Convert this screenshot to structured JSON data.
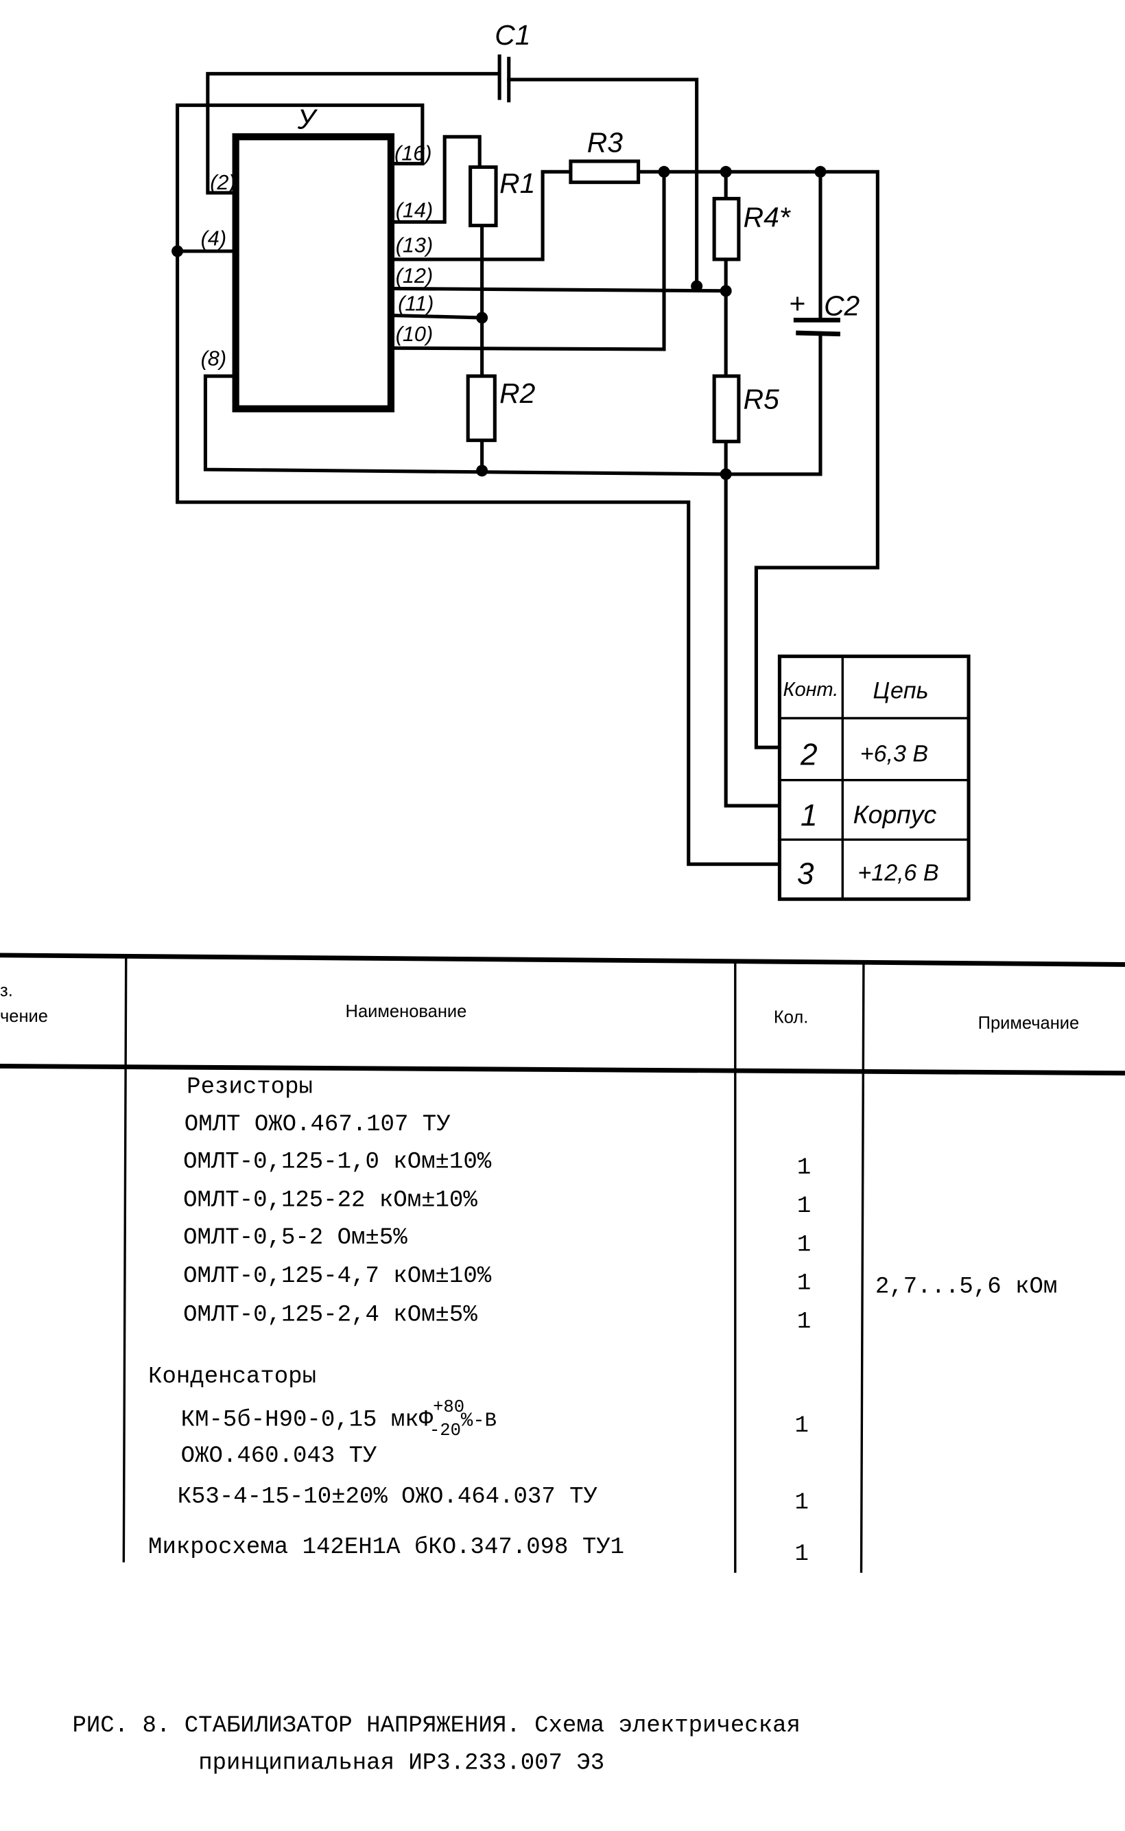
{
  "schematic": {
    "ic_label": "У",
    "pins": {
      "p2": "(2)",
      "p4": "(4)",
      "p8": "(8)",
      "p10": "(10)",
      "p11": "(11)",
      "p12": "(12)",
      "p13": "(13)",
      "p14": "(14)",
      "p16": "(16)"
    },
    "components": {
      "c1": "C1",
      "c2": "C2",
      "c2_polarity": "+",
      "r1": "R1",
      "r2": "R2",
      "r3": "R3",
      "r4": "R4*",
      "r5": "R5"
    }
  },
  "contact_table": {
    "headers": {
      "contact": "Конт.",
      "circuit": "Цепь"
    },
    "rows": [
      {
        "contact": "2",
        "circuit": "+6,3 В"
      },
      {
        "contact": "1",
        "circuit": "Корпус"
      },
      {
        "contact": "3",
        "circuit": "+12,6 В"
      }
    ]
  },
  "parts_list": {
    "headers": {
      "designation_line1": "з.",
      "designation_line2": "чение",
      "name": "Наименование",
      "qty": "Кол.",
      "note": "Примечание"
    },
    "rows": [
      {
        "name": "Резисторы",
        "qty": "",
        "note": ""
      },
      {
        "name": "ОМЛТ ОЖО.467.107 ТУ",
        "qty": "",
        "note": ""
      },
      {
        "name": "ОМЛТ-0,125-1,0 кОм±10%",
        "qty": "1",
        "note": ""
      },
      {
        "name": "ОМЛТ-0,125-22 кОм±10%",
        "qty": "1",
        "note": ""
      },
      {
        "name": "ОМЛТ-0,5-2 Ом±5%",
        "qty": "1",
        "note": ""
      },
      {
        "name": "ОМЛТ-0,125-4,7 кОм±10%",
        "qty": "1",
        "note": "2,7...5,6 кОм"
      },
      {
        "name": "ОМЛТ-0,125-2,4 кОм±5%",
        "qty": "1",
        "note": ""
      },
      {
        "name": "Конденсаторы",
        "qty": "",
        "note": ""
      },
      {
        "name": "КМ-5б-Н90-0,15 мкФ",
        "name_sup": "+80",
        "name_sub": "-20",
        "name_tail": "%-В",
        "qty": "1",
        "note": ""
      },
      {
        "name": "ОЖО.460.043 ТУ",
        "qty": "",
        "note": ""
      },
      {
        "name": "К53-4-15-10±20% ОЖО.464.037 ТУ",
        "qty": "1",
        "note": ""
      },
      {
        "name": "Микросхема 142ЕН1А бКО.347.098 ТУ1",
        "qty": "1",
        "note": ""
      }
    ]
  },
  "caption": {
    "line1": "РИС. 8. СТАБИЛИЗАТОР НАПРЯЖЕНИЯ. Схема электрическая",
    "line2": "принципиальная ИР3.233.007 Э3"
  }
}
